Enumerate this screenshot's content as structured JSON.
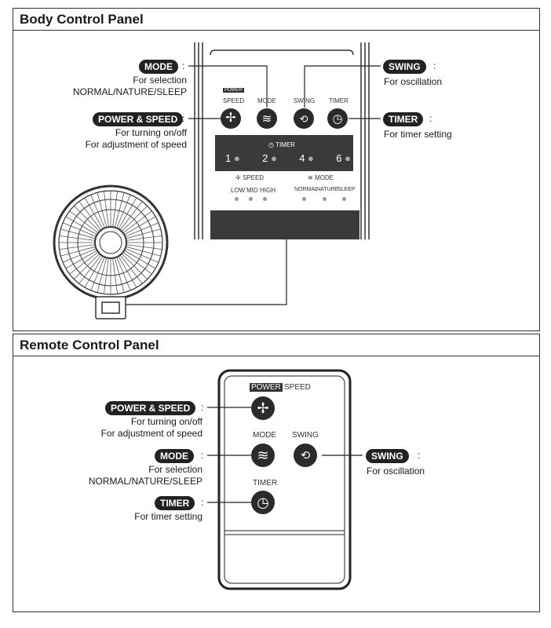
{
  "body_panel": {
    "title": "Body Control Panel",
    "callouts": {
      "mode": {
        "label": "MODE",
        "lines": [
          "For selection",
          "NORMAL/NATURE/SLEEP"
        ]
      },
      "power_speed": {
        "label": "POWER & SPEED",
        "lines": [
          "For turning on/off",
          "For adjustment of speed"
        ]
      },
      "swing": {
        "label": "SWING",
        "lines": [
          "For oscillation"
        ]
      },
      "timer": {
        "label": "TIMER",
        "lines": [
          "For timer setting"
        ]
      }
    },
    "button_labels": {
      "power": "POWER",
      "speed": "SPEED",
      "mode": "MODE",
      "swing": "SWING",
      "timer": "TIMER"
    },
    "display": {
      "timer_label": "TIMER",
      "timer_hours": [
        "1",
        "2",
        "4",
        "6"
      ],
      "speed_label": "SPEED",
      "speed_levels": [
        "LOW",
        "MID",
        "HIGH"
      ],
      "mode_label": "MODE",
      "modes": [
        "NORMAL",
        "NATURE",
        "SLEEP"
      ]
    }
  },
  "remote_panel": {
    "title": "Remote Control Panel",
    "callouts": {
      "power_speed": {
        "label": "POWER & SPEED",
        "lines": [
          "For turning on/off",
          "For adjustment of speed"
        ]
      },
      "mode": {
        "label": "MODE",
        "lines": [
          "For selection",
          "NORMAL/NATURE/SLEEP"
        ]
      },
      "timer": {
        "label": "TIMER",
        "lines": [
          "For timer setting"
        ]
      },
      "swing": {
        "label": "SWING",
        "lines": [
          "For oscillation"
        ]
      }
    },
    "button_labels": {
      "power": "POWER",
      "speed": "SPEED",
      "mode": "MODE",
      "swing": "SWING",
      "timer": "TIMER"
    }
  },
  "colors": {
    "button": "#2b2b2b",
    "panel_dark": "#3a3a3a",
    "indicator": "#999999",
    "border": "#333333"
  }
}
